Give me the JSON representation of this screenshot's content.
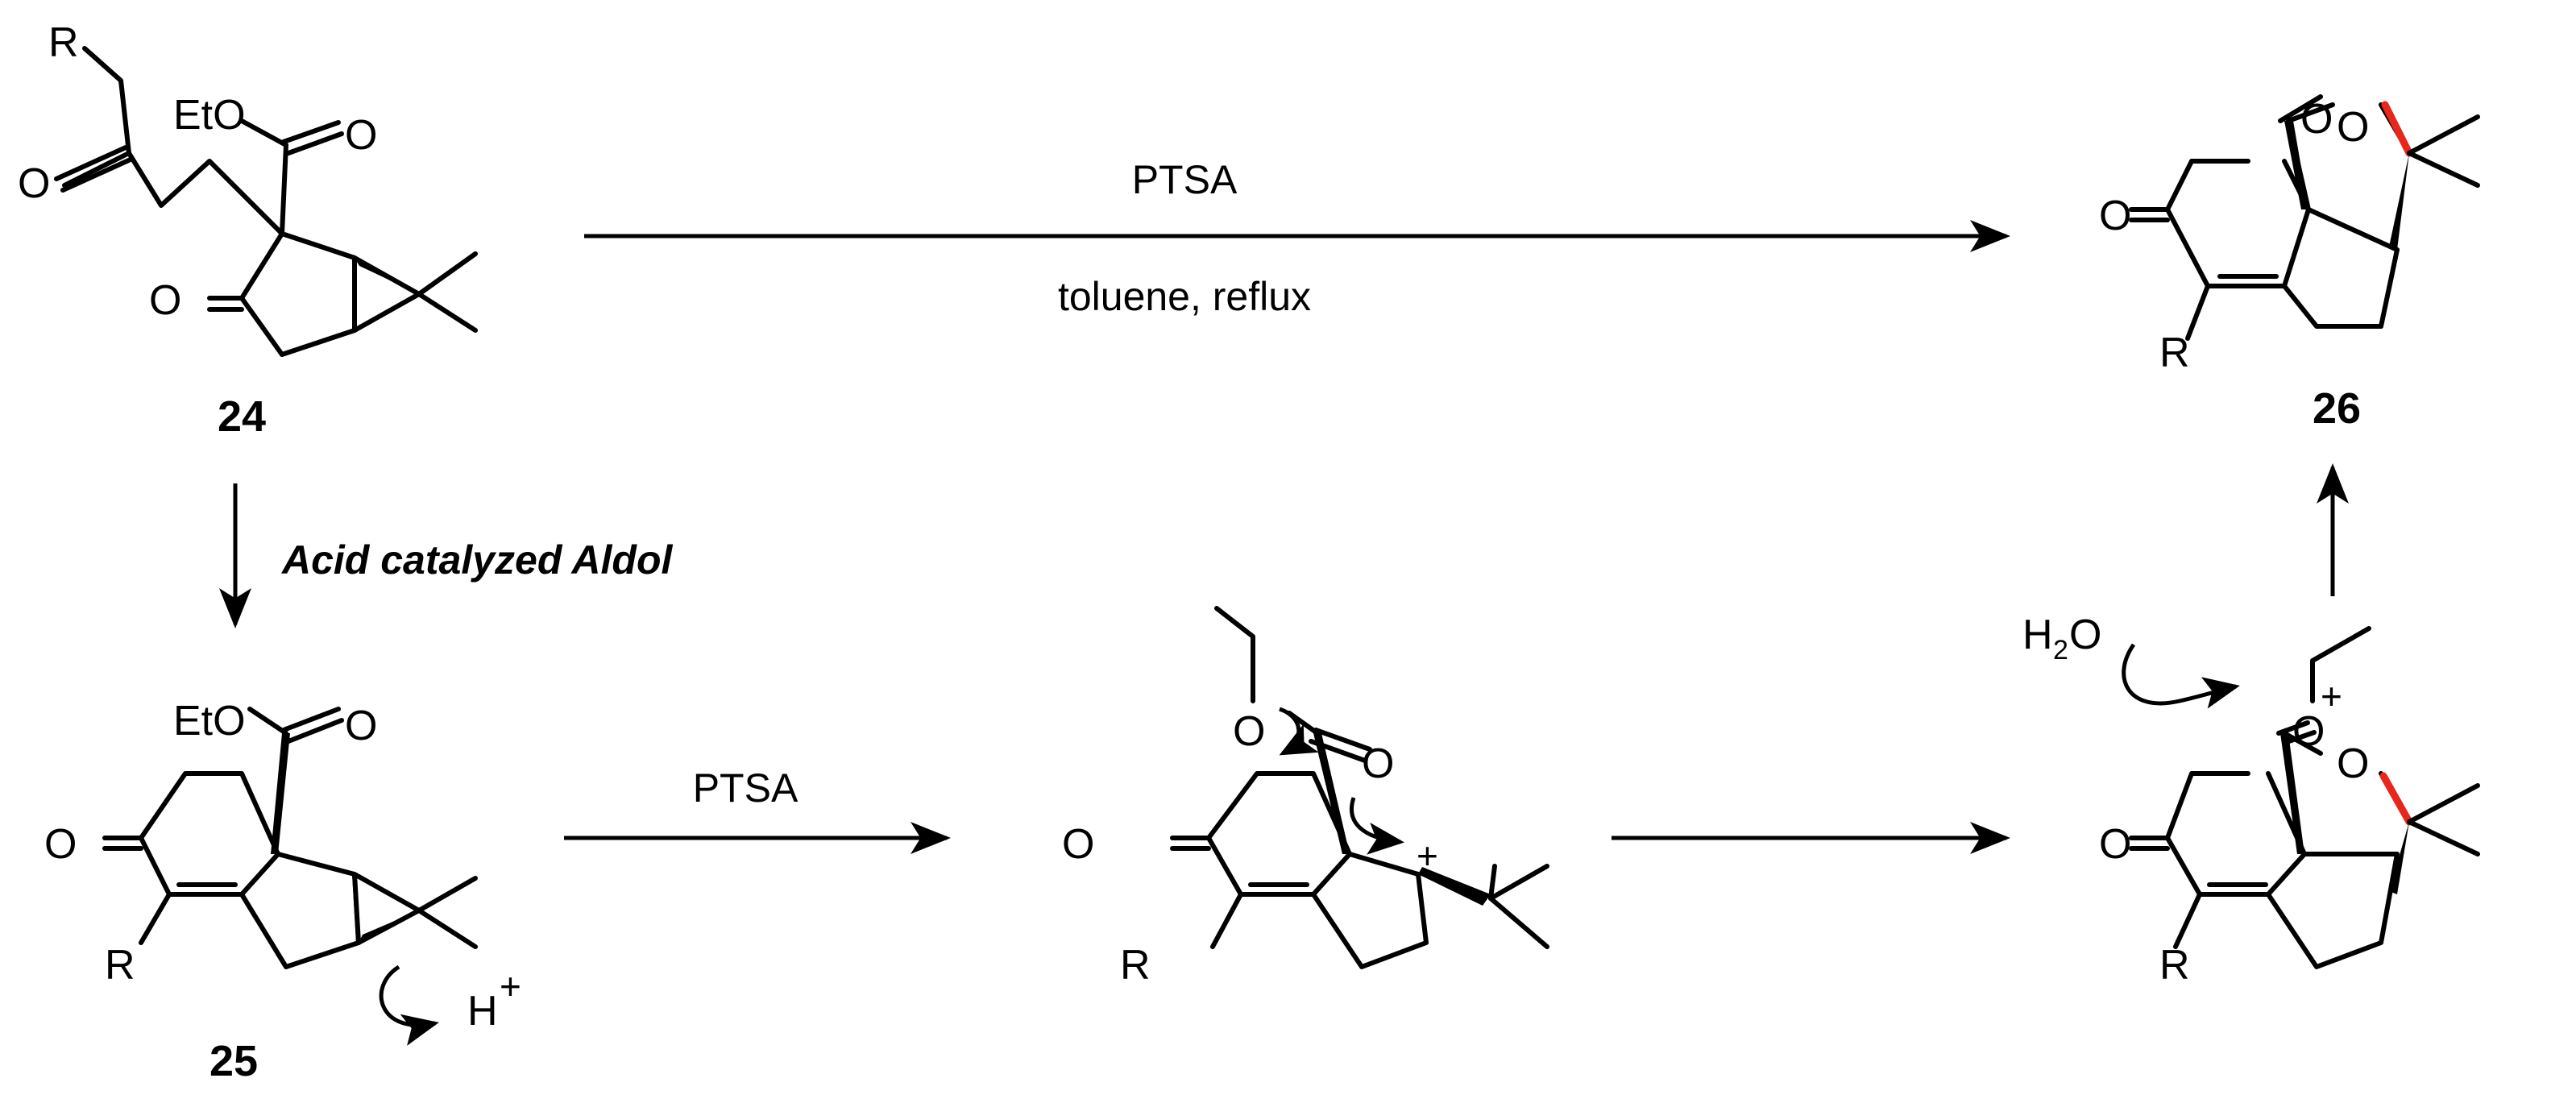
{
  "compounds": {
    "c24": "24",
    "c25": "25",
    "c26": "26"
  },
  "atoms": {
    "R": "R",
    "O": "O",
    "EtO": "EtO",
    "H": "H",
    "H2O_H": "H",
    "H2O_sub": "2",
    "H2O_O": "O",
    "plus": "+"
  },
  "arrows": {
    "top_reagent": "PTSA",
    "top_conditions": "toluene, reflux",
    "down_label": "Acid catalyzed Aldol",
    "bottom_reagent": "PTSA"
  },
  "colors": {
    "bond": "#000000",
    "highlight_bond": "#e8261c"
  }
}
